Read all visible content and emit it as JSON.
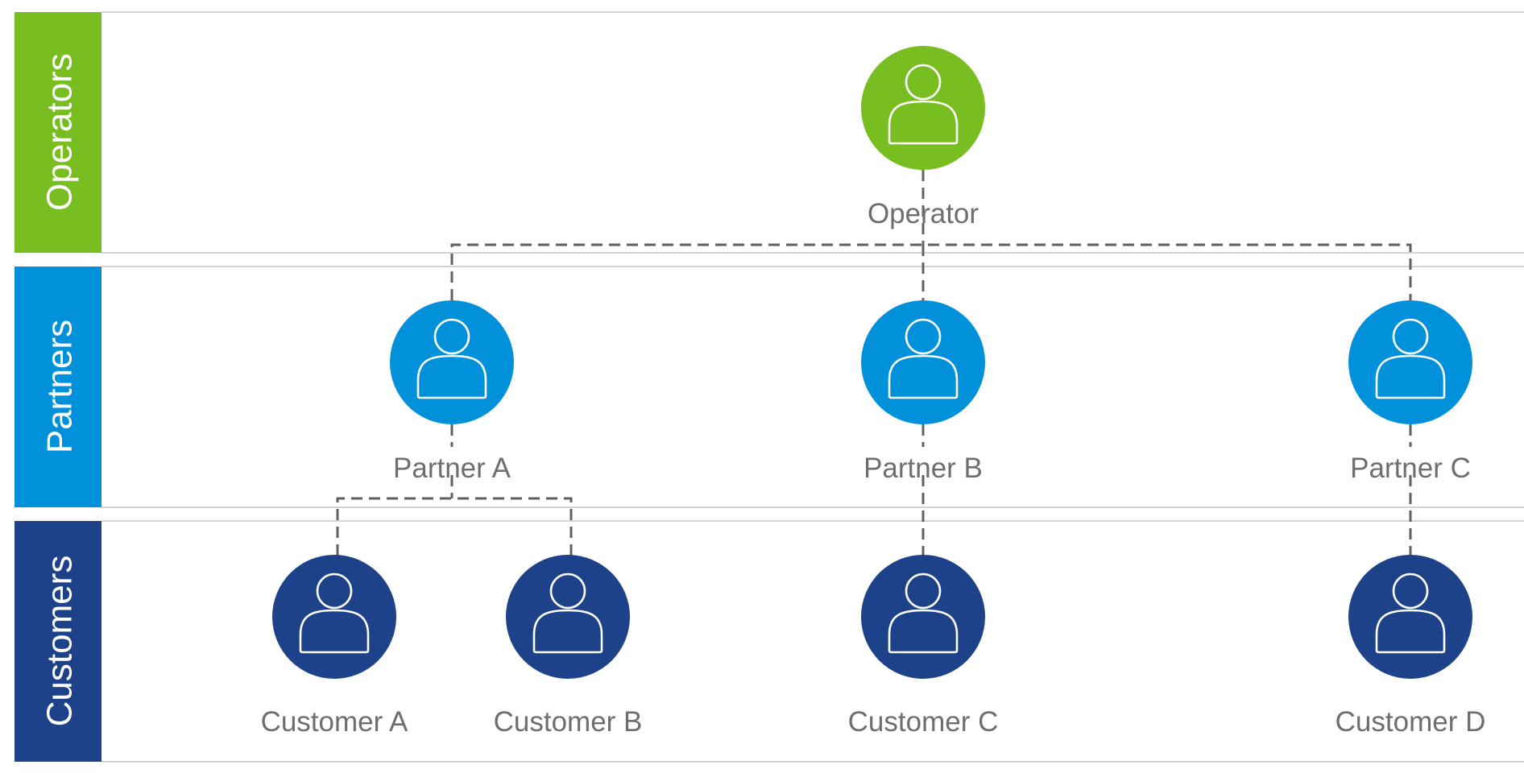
{
  "bands": [
    {
      "id": "operators",
      "label": "Operators",
      "color": "#78be20"
    },
    {
      "id": "partners",
      "label": "Partners",
      "color": "#0091da"
    },
    {
      "id": "customers",
      "label": "Customers",
      "color": "#1d428a"
    }
  ],
  "nodes": {
    "operator": {
      "label": "Operator",
      "color": "#78be20",
      "icon": "user-icon"
    },
    "partner_a": {
      "label": "Partner A",
      "color": "#0091da",
      "icon": "user-icon"
    },
    "partner_b": {
      "label": "Partner B",
      "color": "#0091da",
      "icon": "user-icon"
    },
    "partner_c": {
      "label": "Partner C",
      "color": "#0091da",
      "icon": "user-icon"
    },
    "customer_a": {
      "label": "Customer A",
      "color": "#1d428a",
      "icon": "user-icon"
    },
    "customer_b": {
      "label": "Customer B",
      "color": "#1d428a",
      "icon": "user-icon"
    },
    "customer_c": {
      "label": "Customer C",
      "color": "#1d428a",
      "icon": "user-icon"
    },
    "customer_d": {
      "label": "Customer D",
      "color": "#1d428a",
      "icon": "user-icon"
    }
  },
  "links": [
    {
      "from": "operator",
      "to": "partner_a"
    },
    {
      "from": "operator",
      "to": "partner_b"
    },
    {
      "from": "operator",
      "to": "partner_c"
    },
    {
      "from": "partner_a",
      "to": "customer_a"
    },
    {
      "from": "partner_a",
      "to": "customer_b"
    },
    {
      "from": "partner_b",
      "to": "customer_c"
    },
    {
      "from": "partner_c",
      "to": "customer_d"
    }
  ],
  "connector_color": "#5f6062",
  "label_color": "#6d6e71"
}
